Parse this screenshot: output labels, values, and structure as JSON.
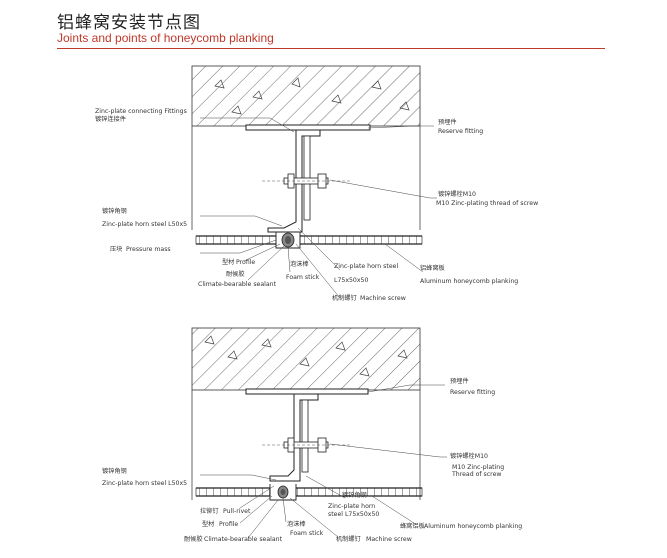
{
  "header": {
    "title_cn": "铝蜂窝安装节点图",
    "title_en": "Joints and points of honeycomb planking"
  },
  "detail1": {
    "labels": {
      "zinc_fittings_en": "Zinc-plate connecting Fittings",
      "zinc_fittings_cn": "镀锌连接件",
      "reserve_cn": "预埋件",
      "reserve_en": "Reserve fitting",
      "bolt_cn": "镀锌螺栓M10",
      "bolt_en": "M10 Zinc-plating thread of screw",
      "angle_cn": "镀锌角钢",
      "angle_en": "Zinc-plate horn steel L50x5",
      "pressure_cn": "压块",
      "pressure_en": "Pressure mass",
      "profile_cn": "型材",
      "profile_en": "Profile",
      "sealant_cn": "耐候胶",
      "sealant_en": "Climate-bearable sealant",
      "foam_cn": "泡沫棒",
      "foam_en": "Foam stick",
      "horn75_en1": "Zinc-plate horn steel",
      "horn75_en2": "L75x50x50",
      "machine_cn": "机制螺钉",
      "machine_en": "Machine screw",
      "alu_cn": "铝蜂窝板",
      "alu_en": "Aluminum honeycomb planking"
    }
  },
  "detail2": {
    "labels": {
      "reserve_cn": "预埋件",
      "reserve_en": "Reserve fitting",
      "angle_cn": "镀锌角钢",
      "angle_en": "Zinc-plate horn steel L50x5",
      "bolt_cn": "镀锌螺栓M10",
      "bolt_en1": "M10 Zinc-plating",
      "bolt_en2": "Thread of screw",
      "horn75_cn": "镀锌角钢",
      "horn75_en1": "Zinc-plate horn",
      "horn75_en2": "steel L75x50x50",
      "rivet_cn": "拉铆钉",
      "rivet_en": "Pull-rivet",
      "profile_cn": "型材",
      "profile_en": "Profile",
      "foam_cn": "泡沫棒",
      "foam_en": "Foam stick",
      "alu_cn": "蜂窝铝板",
      "alu_en": "Aluminum honeycomb planking",
      "sealant_cn": "耐候胶",
      "sealant_en": "Climate-bearable sealant",
      "machine_cn": "机制螺钉",
      "machine_en": "Machine screw"
    }
  }
}
